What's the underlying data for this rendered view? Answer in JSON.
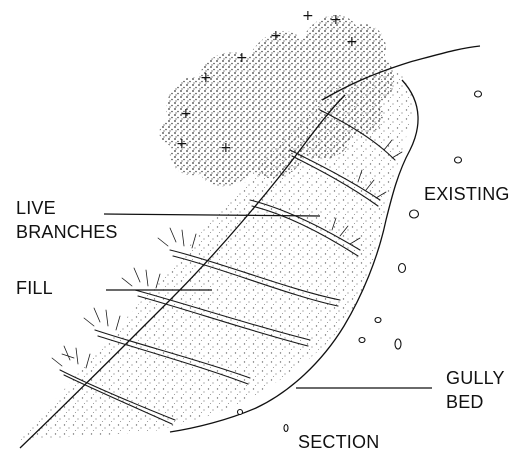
{
  "labels": {
    "live_branches_line1": "LIVE",
    "live_branches_line2": "BRANCHES",
    "fill": "FILL",
    "existing": "EXISTING",
    "gully_bed_line1": "GULLY",
    "gully_bed_line2": "BED",
    "section": "SECTION"
  },
  "colors": {
    "ink": "#111111",
    "fill_stipple": "#555555",
    "foliage": "#1a1a1a"
  }
}
